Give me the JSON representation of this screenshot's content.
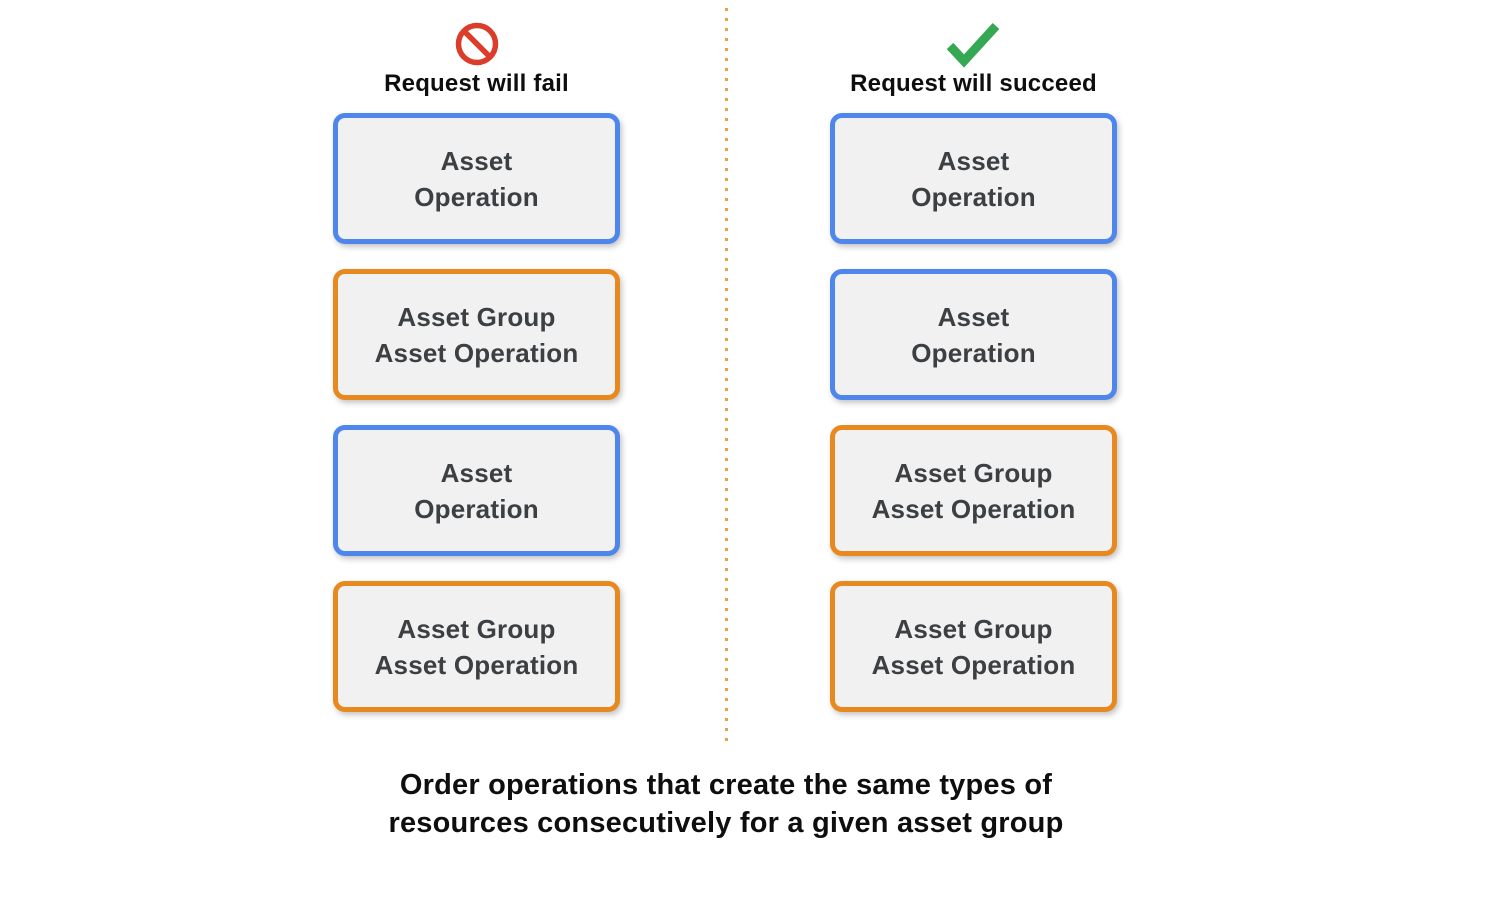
{
  "columns": [
    {
      "title": "Request will fail",
      "icon": "prohibition-icon",
      "boxes": [
        {
          "label": "Asset\nOperation",
          "kind": "asset-operation"
        },
        {
          "label": "Asset Group\nAsset Operation",
          "kind": "asset-group-asset-operation"
        },
        {
          "label": "Asset\nOperation",
          "kind": "asset-operation"
        },
        {
          "label": "Asset Group\nAsset Operation",
          "kind": "asset-group-asset-operation"
        }
      ]
    },
    {
      "title": "Request will succeed",
      "icon": "checkmark-icon",
      "boxes": [
        {
          "label": "Asset\nOperation",
          "kind": "asset-operation"
        },
        {
          "label": "Asset\nOperation",
          "kind": "asset-operation"
        },
        {
          "label": "Asset Group\nAsset Operation",
          "kind": "asset-group-asset-operation"
        },
        {
          "label": "Asset Group\nAsset Operation",
          "kind": "asset-group-asset-operation"
        }
      ]
    }
  ],
  "caption": "Order operations that create the same types of\nresources consecutively for a given asset group",
  "colors": {
    "asset_operation_border": "#4E86EC",
    "asset_group_asset_operation_border": "#E8891F",
    "box_fill": "#F1F1F2",
    "box_text": "#3C4043",
    "fail_icon_red": "#DC3C2A",
    "success_icon_green": "#34A853",
    "divider_dotted_orange": "#E9A04B",
    "heading_text": "#0E0E0E"
  }
}
